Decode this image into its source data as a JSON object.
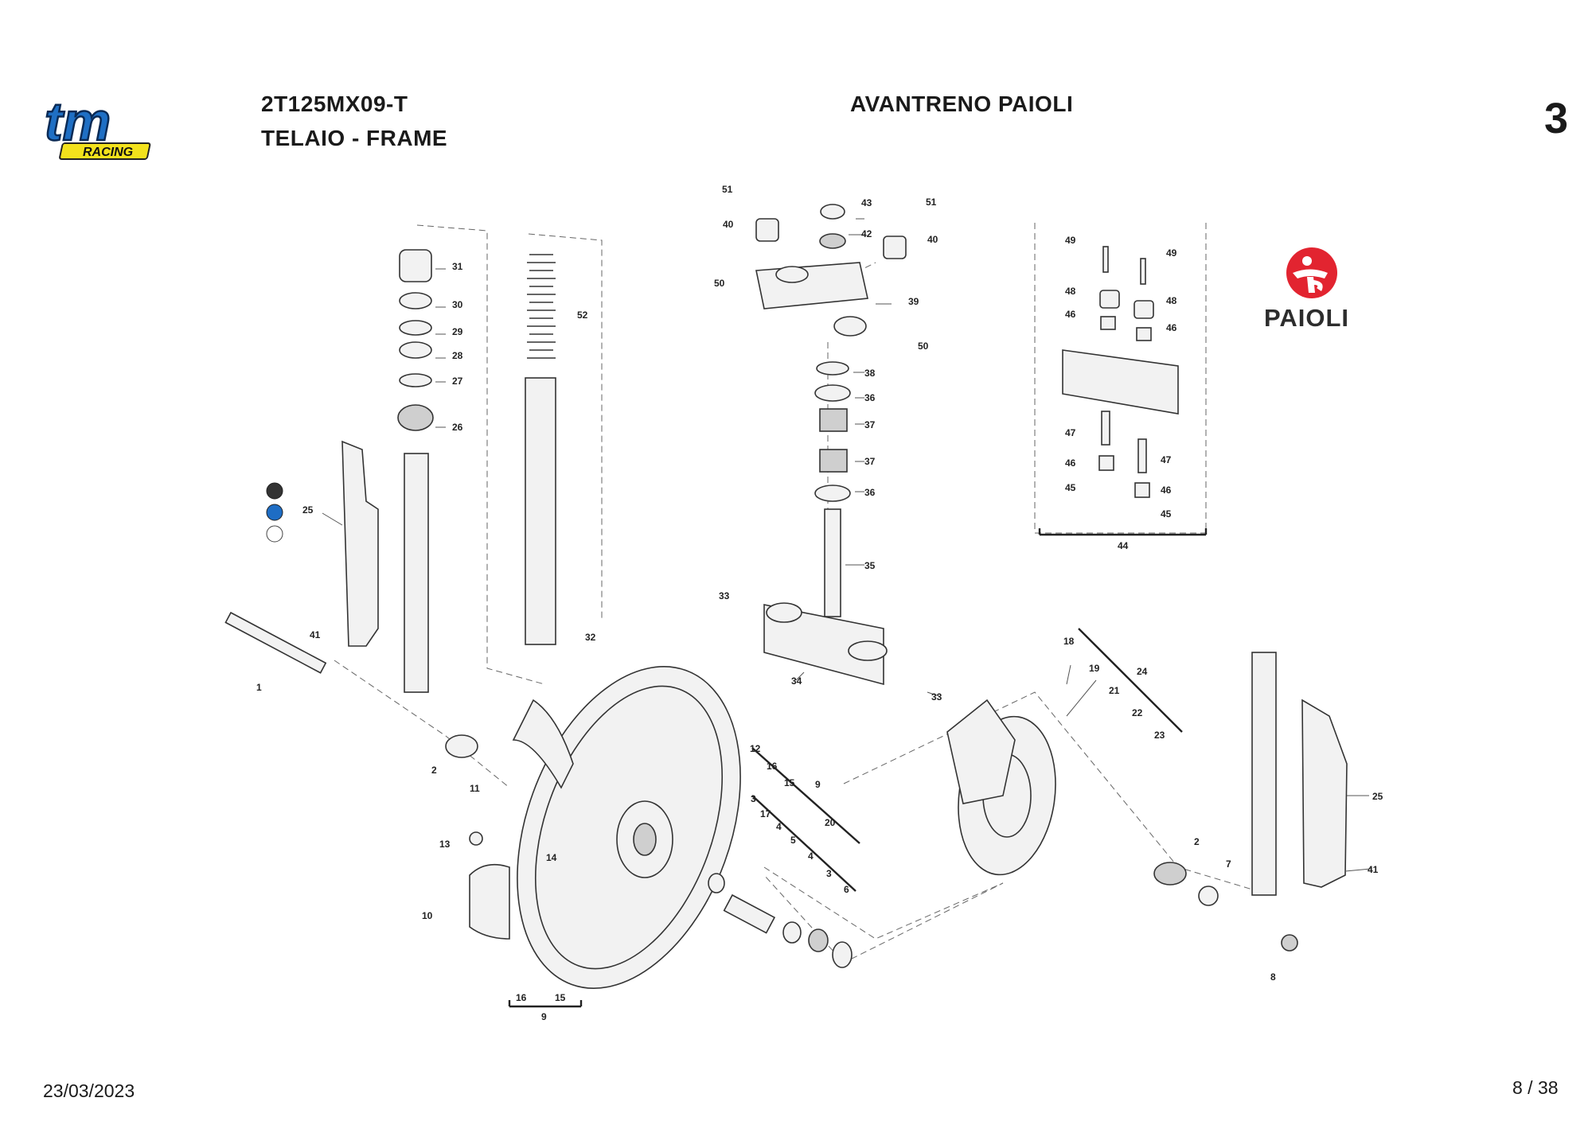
{
  "header": {
    "model": "2T125MX09-T",
    "subtitle": "TELAIO - FRAME",
    "section_title": "AVANTRENO PAIOLI",
    "page_number": "3"
  },
  "footer": {
    "date": "23/03/2023",
    "pages": "8 / 38"
  },
  "logos": {
    "tm_main": "tm",
    "tm_racing": "RACING",
    "paioli": "PAIOLI"
  },
  "colors": {
    "tm_blue": "#1f6fc4",
    "tm_yellow": "#f3e21c",
    "paioli_red": "#e22430",
    "swatch_black": "#333333",
    "swatch_blue": "#1e6dc4",
    "swatch_white": "#ffffff"
  },
  "callouts": [
    "1",
    "2",
    "2",
    "3",
    "3",
    "4",
    "4",
    "5",
    "6",
    "7",
    "8",
    "9",
    "9",
    "10",
    "11",
    "12",
    "13",
    "14",
    "15",
    "15",
    "16",
    "16",
    "17",
    "18",
    "19",
    "20",
    "21",
    "22",
    "23",
    "24",
    "25",
    "25",
    "26",
    "27",
    "28",
    "29",
    "30",
    "31",
    "32",
    "33",
    "33",
    "34",
    "35",
    "36",
    "36",
    "37",
    "37",
    "38",
    "39",
    "40",
    "40",
    "41",
    "41",
    "42",
    "43",
    "44",
    "45",
    "45",
    "46",
    "46",
    "46",
    "46",
    "47",
    "47",
    "48",
    "48",
    "49",
    "49",
    "50",
    "50",
    "51",
    "51",
    "52"
  ]
}
